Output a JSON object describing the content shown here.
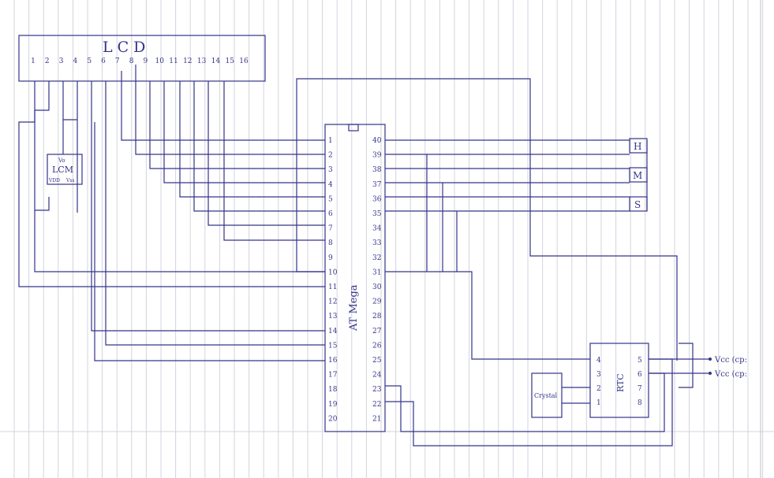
{
  "lcd": {
    "title": "LCD",
    "pins": [
      "1",
      "2",
      "3",
      "4",
      "5",
      "6",
      "7",
      "8",
      "9",
      "10",
      "11",
      "12",
      "13",
      "14",
      "15",
      "16"
    ]
  },
  "lcm": {
    "label": "LCM",
    "top_label": "Vo",
    "bottom_left": "VDD",
    "bottom_right": "Vss"
  },
  "mcu": {
    "label": "AT Mega",
    "left_pins": [
      "1",
      "2",
      "3",
      "4",
      "5",
      "6",
      "7",
      "8",
      "9",
      "10",
      "11",
      "12",
      "13",
      "14",
      "15",
      "16",
      "17",
      "18",
      "19",
      "20"
    ],
    "right_pins": [
      "40",
      "39",
      "38",
      "37",
      "36",
      "35",
      "34",
      "33",
      "32",
      "31",
      "30",
      "29",
      "28",
      "27",
      "26",
      "25",
      "24",
      "23",
      "22",
      "21"
    ]
  },
  "buttons": {
    "h": "H",
    "m": "M",
    "s": "S"
  },
  "crystal": {
    "label": "Crystal"
  },
  "rtc": {
    "label": "RTC",
    "left_pins": [
      "4",
      "3",
      "2",
      "1"
    ],
    "right_pins": [
      "5",
      "6",
      "7",
      "8"
    ]
  },
  "vcc": {
    "label1": "Vcc (cp:",
    "label2": "Vcc (cp:"
  },
  "colors": {
    "ink": "#34348a",
    "grid": "#d3d3df"
  }
}
